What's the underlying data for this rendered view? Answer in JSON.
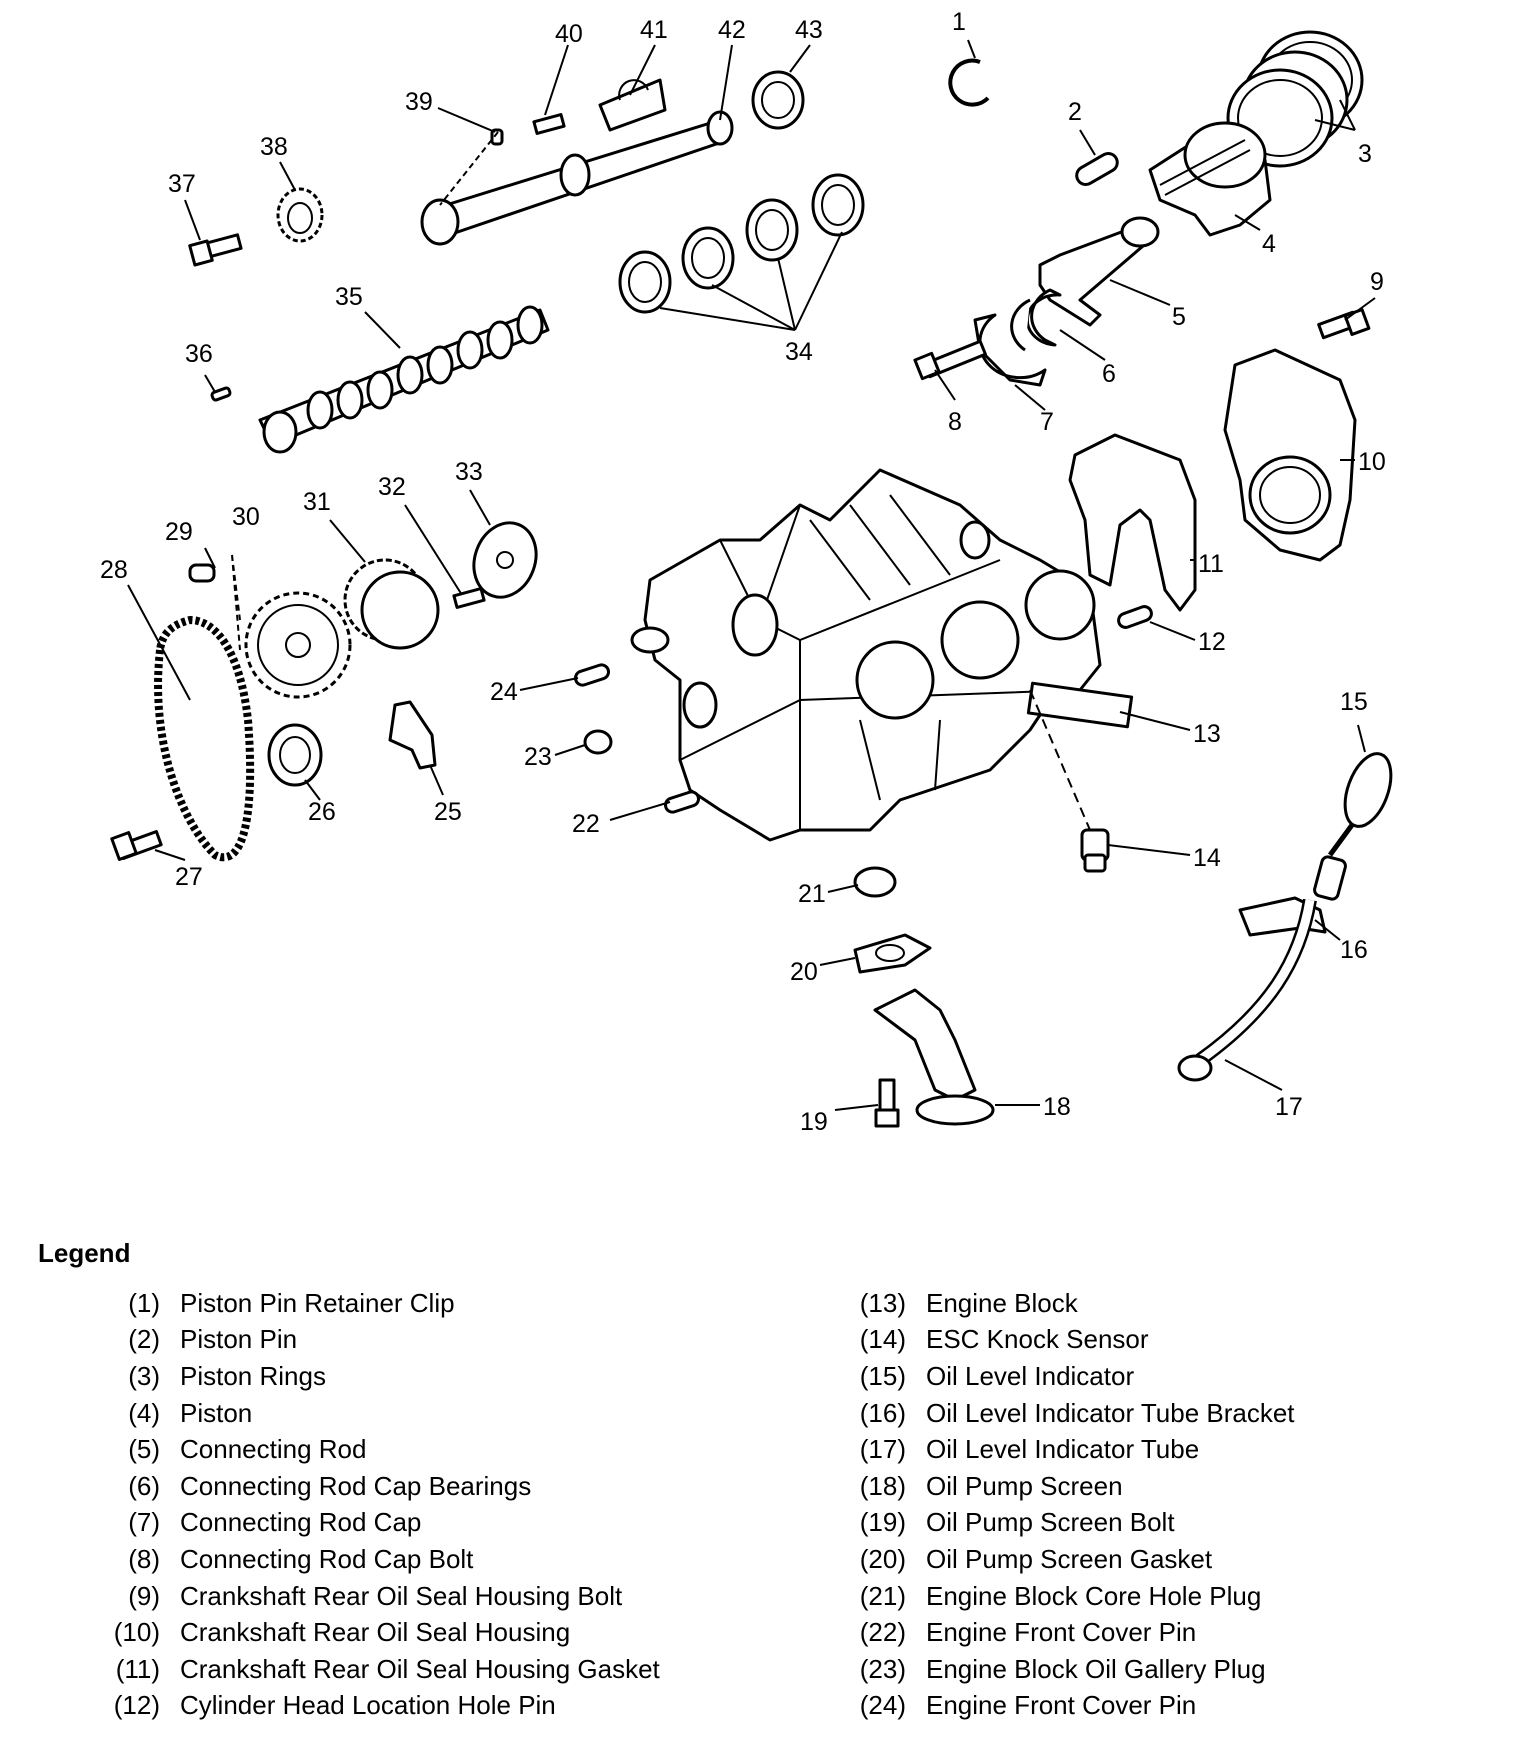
{
  "legend": {
    "title": "Legend",
    "items": [
      {
        "num": "(1)",
        "label": "Piston Pin Retainer Clip"
      },
      {
        "num": "(2)",
        "label": "Piston Pin"
      },
      {
        "num": "(3)",
        "label": "Piston Rings"
      },
      {
        "num": "(4)",
        "label": "Piston"
      },
      {
        "num": "(5)",
        "label": "Connecting Rod"
      },
      {
        "num": "(6)",
        "label": "Connecting Rod Cap Bearings"
      },
      {
        "num": "(7)",
        "label": "Connecting Rod Cap"
      },
      {
        "num": "(8)",
        "label": "Connecting Rod Cap Bolt"
      },
      {
        "num": "(9)",
        "label": "Crankshaft Rear Oil Seal Housing Bolt"
      },
      {
        "num": "(10)",
        "label": "Crankshaft Rear Oil Seal Housing"
      },
      {
        "num": "(11)",
        "label": "Crankshaft Rear Oil Seal Housing Gasket"
      },
      {
        "num": "(12)",
        "label": "Cylinder Head Location Hole Pin"
      },
      {
        "num": "(13)",
        "label": "Engine Block"
      },
      {
        "num": "(14)",
        "label": "ESC Knock Sensor"
      },
      {
        "num": "(15)",
        "label": "Oil Level Indicator"
      },
      {
        "num": "(16)",
        "label": "Oil Level Indicator Tube Bracket"
      },
      {
        "num": "(17)",
        "label": "Oil Level Indicator Tube"
      },
      {
        "num": "(18)",
        "label": "Oil Pump Screen"
      },
      {
        "num": "(19)",
        "label": "Oil Pump Screen Bolt"
      },
      {
        "num": "(20)",
        "label": "Oil Pump Screen Gasket"
      },
      {
        "num": "(21)",
        "label": "Engine Block Core Hole Plug"
      },
      {
        "num": "(22)",
        "label": "Engine Front Cover Pin"
      },
      {
        "num": "(23)",
        "label": "Engine Block Oil Gallery Plug"
      },
      {
        "num": "(24)",
        "label": "Engine Front Cover Pin"
      }
    ]
  },
  "callouts": [
    "1",
    "2",
    "3",
    "4",
    "5",
    "6",
    "7",
    "8",
    "9",
    "10",
    "11",
    "12",
    "13",
    "14",
    "15",
    "16",
    "17",
    "18",
    "19",
    "20",
    "21",
    "22",
    "23",
    "24",
    "25",
    "26",
    "27",
    "28",
    "29",
    "30",
    "31",
    "32",
    "33",
    "34",
    "35",
    "36",
    "37",
    "38",
    "39",
    "40",
    "41",
    "42",
    "43"
  ]
}
